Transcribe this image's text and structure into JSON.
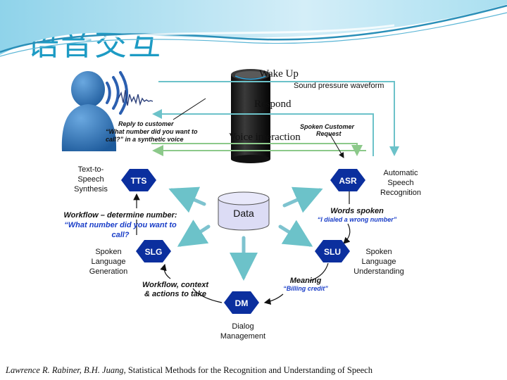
{
  "title": "语音交互",
  "top_labels": {
    "wake_up": "Wake Up",
    "respond": "Respond",
    "voice_interaction": "Voice interaction",
    "sound_waveform": "Sound pressure waveform"
  },
  "reply_note": {
    "line1": "Reply to customer",
    "line2": "“What number did you want to",
    "line3": "call?” in a synthetic voice"
  },
  "request_note": {
    "line1": "Spoken Customer",
    "line2": "Request"
  },
  "center": {
    "label": "Data"
  },
  "nodes": {
    "tts": "TTS",
    "asr": "ASR",
    "slg": "SLG",
    "slu": "SLU",
    "dm": "DM"
  },
  "component_names": {
    "tts": [
      "Text-to-",
      "Speech",
      "Synthesis"
    ],
    "asr": [
      "Automatic",
      "Speech",
      "Recognition"
    ],
    "slg": [
      "Spoken",
      "Language",
      "Generation"
    ],
    "slu": [
      "Spoken",
      "Language",
      "Understanding"
    ],
    "dm": [
      "Dialog",
      "Management"
    ]
  },
  "annotations": {
    "words_spoken": "Words spoken",
    "words_example": "“I dialed a wrong number”",
    "meaning": "Meaning",
    "meaning_example": "“Billing credit”",
    "workflow_ctx_1": "Workflow, context",
    "workflow_ctx_2": "& actions to take",
    "workflow_num_1": "Workflow – determine number:",
    "workflow_num_2": "“What number did you want to",
    "workflow_num_3": "call?"
  },
  "citation": {
    "authors": "Lawrence R. Rabiner, B.H. Juang,",
    "work": "Statistical Methods for the Recognition and Understanding of Speech"
  },
  "colors": {
    "title": "#1d9bc4",
    "node_fill": "#0b2f9e",
    "arrow_teal": "#7ec3cf",
    "flow_green": "#8cc98a",
    "flow_teal": "#6cc2c9",
    "example_blue": "#1a3ec8",
    "data_fill": "#dcdcf5"
  }
}
